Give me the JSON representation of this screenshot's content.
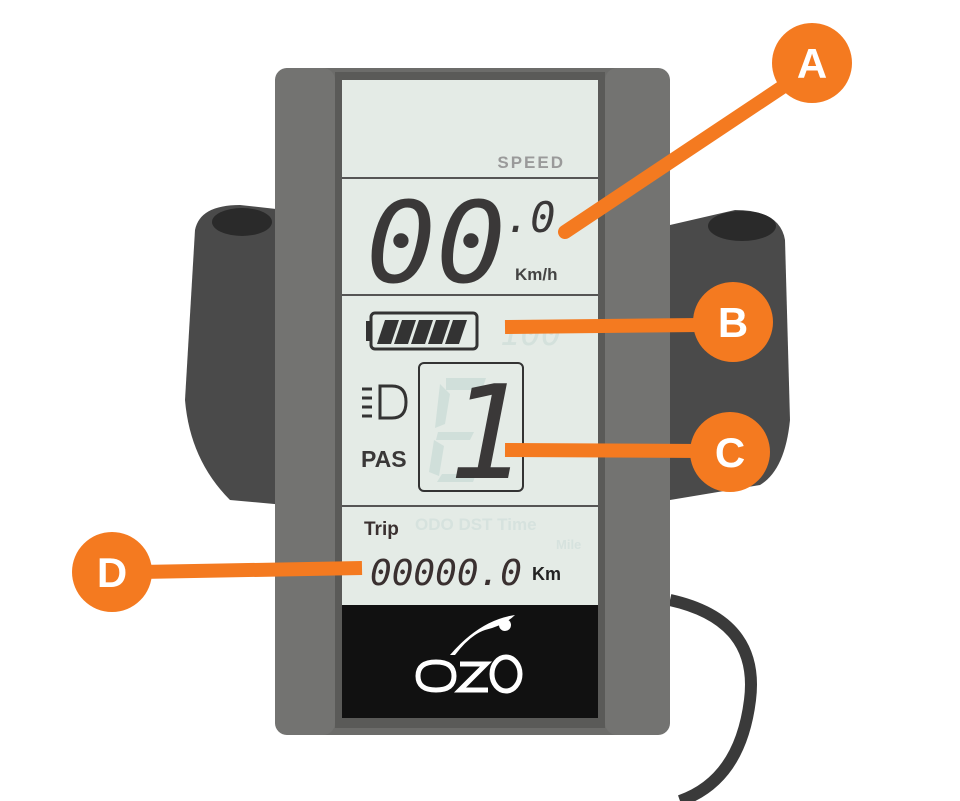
{
  "display": {
    "speed_label": "SPEED",
    "speed_value": "00",
    "speed_decimal": ".0",
    "speed_unit": "Km/h",
    "battery_level_percent": 100,
    "battery_ghost_digits": "100",
    "pas_label": "PAS",
    "pas_level": "1",
    "trip_label": "Trip",
    "ghost_modes": "ODO DST Time",
    "ghost_unit": "Mile",
    "trip_value": "00000.0",
    "trip_unit": "Km",
    "logo_text": "OZO"
  },
  "callouts": [
    {
      "letter": "A"
    },
    {
      "letter": "B"
    },
    {
      "letter": "C"
    },
    {
      "letter": "D"
    }
  ],
  "colors": {
    "callout": "#f47a20",
    "lcd_background": "#e4ebe6",
    "lcd_segment": "#3a3838",
    "bezel": "#6c6c6a"
  }
}
